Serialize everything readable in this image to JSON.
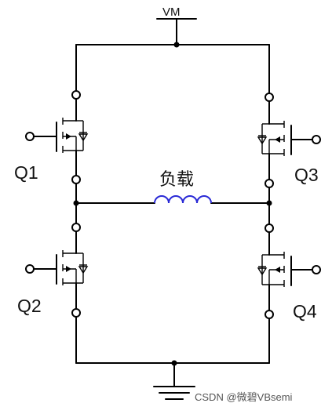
{
  "supply_label": "VM",
  "load_label": "负载",
  "transistors": [
    {
      "label": "Q1"
    },
    {
      "label": "Q2"
    },
    {
      "label": "Q3"
    },
    {
      "label": "Q4"
    }
  ],
  "watermark": "CSDN @微碧VBsemi",
  "colors": {
    "wire": "#000000",
    "inductor": "#2a2ad6",
    "background": "#ffffff",
    "watermark": "#555555"
  }
}
